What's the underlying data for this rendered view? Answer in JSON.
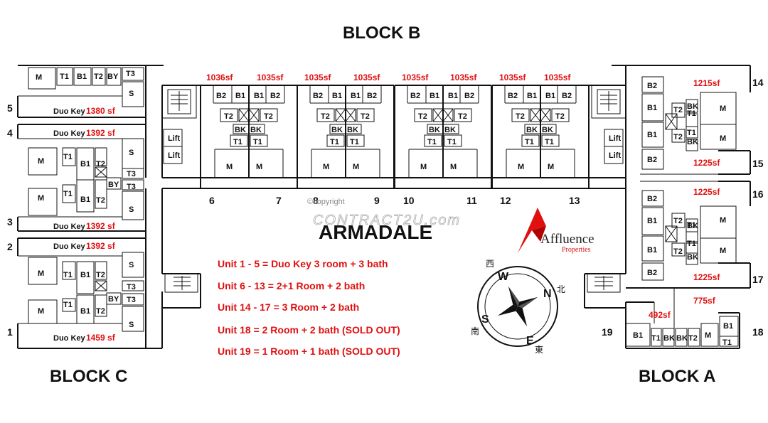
{
  "title": "ARMADALE",
  "blocks": {
    "b": "BLOCK B",
    "c": "BLOCK C",
    "a": "BLOCK A"
  },
  "legend": [
    "Unit 1 - 5 = Duo Key 3 room + 3 bath",
    "Unit 6 - 13 = 2+1 Room + 2 bath",
    "Unit 14 - 17 = 3 Room + 2 bath",
    "Unit 18 = 2 Room + 2 bath (SOLD OUT)",
    "Unit 19 = 1 Room + 1 bath (SOLD OUT)"
  ],
  "watermark": {
    "copyright": "©copyright",
    "site": "CONTRACT2U.com"
  },
  "brand": {
    "name": "Affluence",
    "sub": "Properties"
  },
  "compass": {
    "n": "N",
    "s": "S",
    "e": "E",
    "w": "W",
    "n_cn": "北",
    "s_cn": "南",
    "e_cn": "東",
    "w_cn": "西"
  },
  "units": {
    "u1": "1",
    "u2": "2",
    "u3": "3",
    "u4": "4",
    "u5": "5",
    "u6": "6",
    "u7": "7",
    "u8": "8",
    "u9": "9",
    "u10": "10",
    "u11": "11",
    "u12": "12",
    "u13": "13",
    "u14": "14",
    "u15": "15",
    "u16": "16",
    "u17": "17",
    "u18": "18",
    "u19": "19"
  },
  "sizes": {
    "s1036": "1036sf",
    "s1035": "1035sf",
    "s1215": "1215sf",
    "s1225": "1225sf",
    "s492": "492sf",
    "s775": "775sf",
    "s1380": "1380 sf",
    "s1392": "1392 sf",
    "s1459": "1459 sf"
  },
  "duo_key": "Duo Key",
  "rooms": {
    "m": "M",
    "b1": "B1",
    "b2": "B2",
    "t1": "T1",
    "t2": "T2",
    "t3": "T3",
    "by": "BY",
    "s": "S",
    "bk": "BK",
    "lift": "Lift"
  },
  "colors": {
    "accent_red": "#e01010"
  }
}
